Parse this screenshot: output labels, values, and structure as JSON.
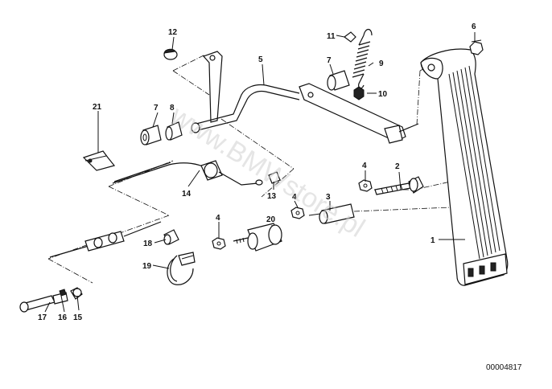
{
  "diagram": {
    "watermark": "www.BMWstore.pl",
    "reference_number": "00004817",
    "callouts": [
      "1",
      "2",
      "3",
      "4",
      "4",
      "4",
      "5",
      "6",
      "7",
      "7",
      "8",
      "9",
      "10",
      "11",
      "12",
      "13",
      "14",
      "15",
      "16",
      "17",
      "18",
      "19",
      "20",
      "21"
    ]
  }
}
